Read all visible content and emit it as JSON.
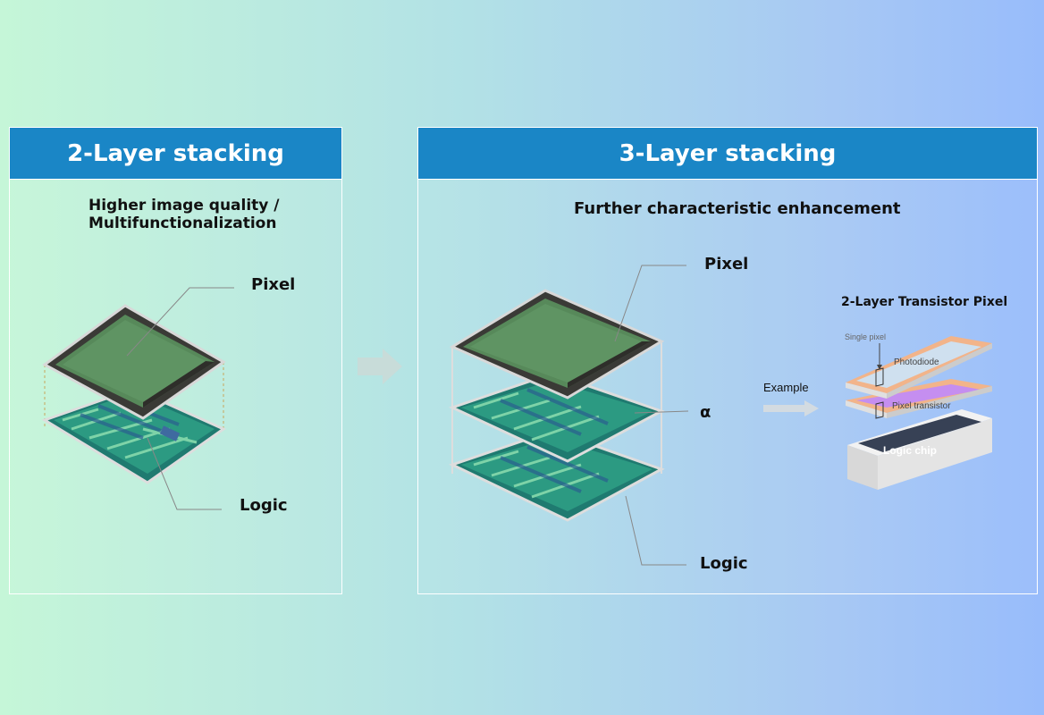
{
  "panel_2layer": {
    "header": "2-Layer stacking",
    "subtitle_line1": "Higher image quality /",
    "subtitle_line2": "Multifunctionalization",
    "pixel_label": "Pixel",
    "logic_label": "Logic"
  },
  "panel_3layer": {
    "header": "3-Layer stacking",
    "subtitle": "Further characteristic enhancement",
    "pixel_label": "Pixel",
    "alpha_label": "α",
    "logic_label": "Logic",
    "example_label": "Example"
  },
  "transistor_pixel": {
    "title": "2-Layer Transistor Pixel",
    "single_pixel": "Single pixel",
    "photodiode": "Photodiode",
    "pixel_transistor": "Pixel transistor",
    "logic_chip": "Logic chip"
  },
  "colors": {
    "header_blue": "#1a86c6",
    "chip_green": "#4e7d4e",
    "circuit_teal": "#2a8f8a",
    "orange_frame": "#f2b48a",
    "violet_layer": "#c58ef0"
  }
}
